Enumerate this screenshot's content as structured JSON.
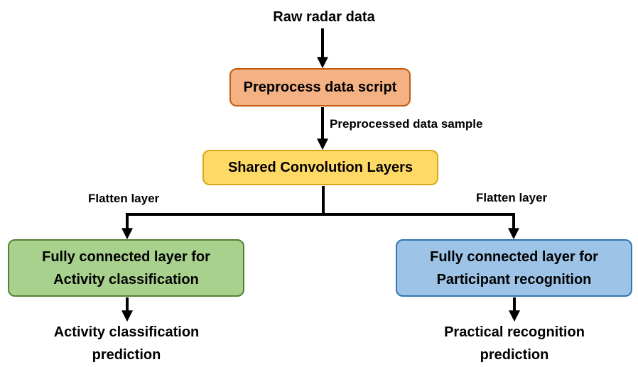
{
  "input_label": "Raw radar data",
  "preprocess_box": "Preprocess data script",
  "edge_label_preprocessed": "Preprocessed data sample",
  "shared_box": "Shared Convolution Layers",
  "flatten_left": "Flatten layer",
  "flatten_right": "Flatten layer",
  "activity_box": {
    "line1": "Fully connected layer for",
    "line2": "Activity classification"
  },
  "participant_box": {
    "line1": "Fully connected layer for",
    "line2": "Participant recognition"
  },
  "activity_output": {
    "line1": "Activity classification",
    "line2": "prediction"
  },
  "participant_output": {
    "line1": "Practical recognition",
    "line2": "prediction"
  },
  "colors": {
    "preprocess_fill": "#f4b183",
    "shared_fill": "#ffd966",
    "activity_fill": "#a9d18e",
    "participant_fill": "#9dc3e6"
  }
}
